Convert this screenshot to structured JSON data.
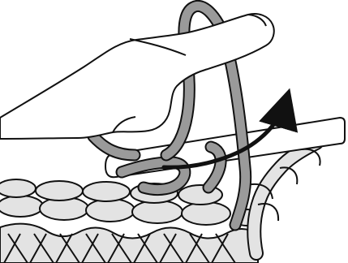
{
  "diagram": {
    "type": "crochet-instruction-illustration",
    "colors": {
      "background": "#ffffff",
      "outline": "#111111",
      "working_yarn": "#9a9a9a",
      "stitches": "#e3e3e3",
      "hook": "#ffffff",
      "arrow": "#111111"
    },
    "elements": [
      "hand",
      "crochet-hook",
      "working-yarn",
      "yarn-wrap-on-hook",
      "motion-arrow",
      "stitch-row-top",
      "stitch-row-middle",
      "stitch-row-bottom",
      "turning-chain"
    ]
  }
}
